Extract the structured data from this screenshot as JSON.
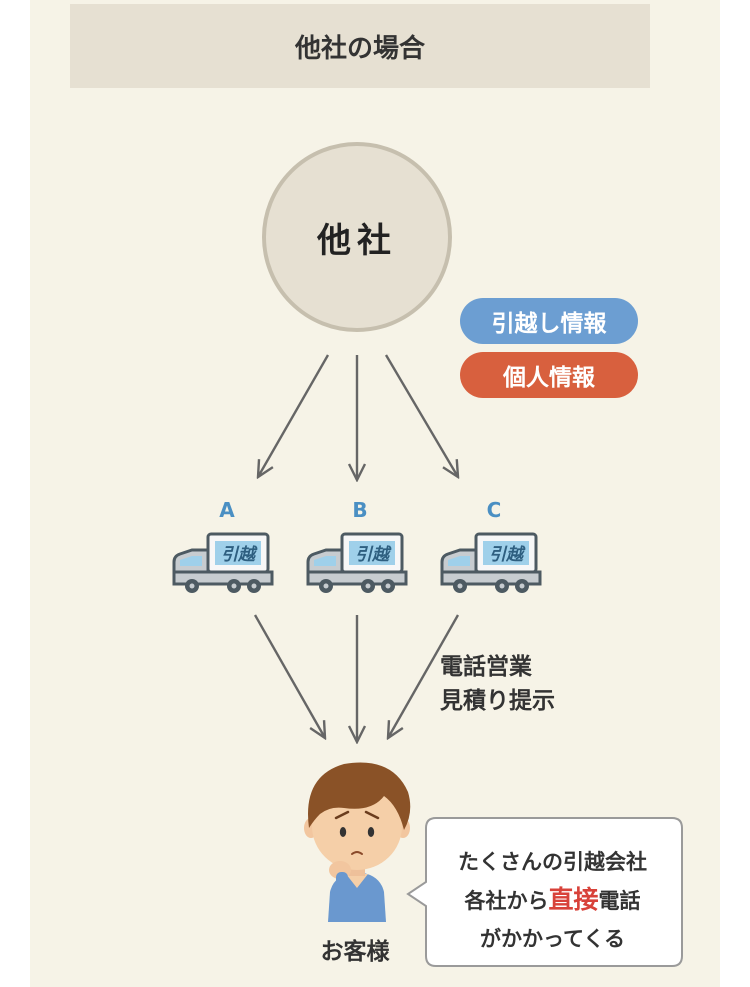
{
  "header": {
    "title": "他社の場合"
  },
  "center": {
    "label": "他社"
  },
  "legend": {
    "moving_info": "引越し情報",
    "personal_info": "個人情報"
  },
  "companies": [
    {
      "letter": "A",
      "truck_text": "引越"
    },
    {
      "letter": "B",
      "truck_text": "引越"
    },
    {
      "letter": "C",
      "truck_text": "引越"
    }
  ],
  "call": {
    "line1": "電話営業",
    "line2": "見積り提示"
  },
  "customer": {
    "label": "お客様"
  },
  "bubble": {
    "line1": "たくさんの引越会社",
    "line2_pre": "各社から",
    "line2_em": "直接",
    "line2_post": "電話",
    "line3": "がかかってくる"
  },
  "colors": {
    "background": "#f6f3e7",
    "header_bg": "#e6e0d2",
    "pill_blue": "#6c9ed2",
    "pill_red": "#d8603e",
    "letter_blue": "#4a8fc3",
    "emphasis_red": "#d8423a"
  }
}
